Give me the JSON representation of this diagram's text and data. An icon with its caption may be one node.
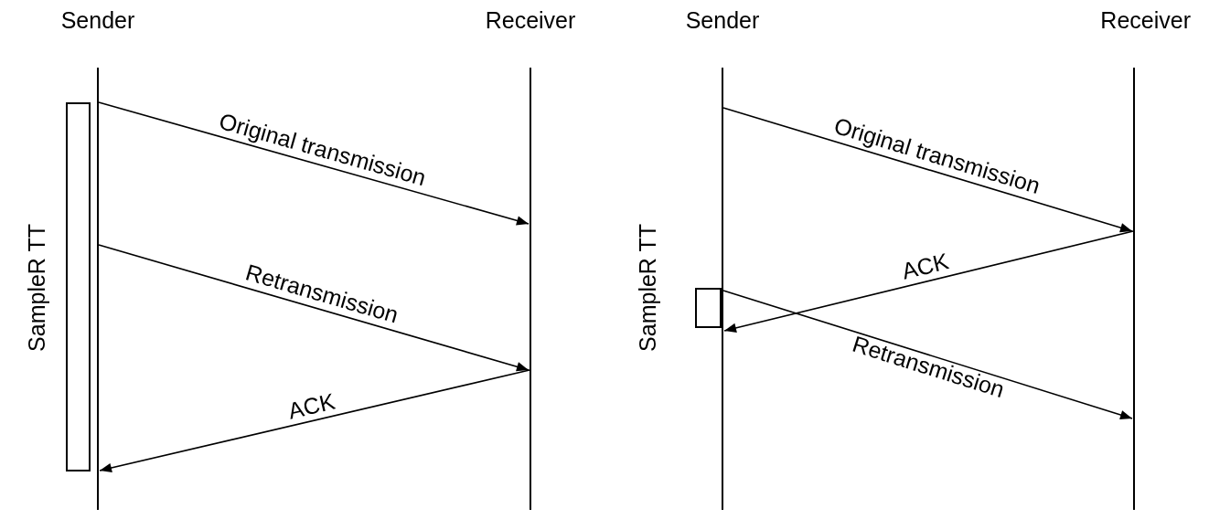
{
  "diagram": {
    "nodes": [
      {
        "text": [
          "Sender"
        ]
      },
      {
        "text": [
          "Receiver"
        ]
      },
      {
        "text": [],
        "shape": "box",
        "beside": [
          "SampleR TT"
        ]
      },
      {
        "text": [
          "Sender"
        ]
      },
      {
        "text": [
          "Receiver"
        ]
      },
      {
        "text": [],
        "shape": "box",
        "beside": [
          "SampleR TT"
        ]
      }
    ],
    "edges": [
      {
        "from": 0,
        "to": 1,
        "arrow": "to",
        "label": "Original transmission"
      },
      {
        "from": 0,
        "to": 1,
        "arrow": "to",
        "label": "Retransmission"
      },
      {
        "from": 1,
        "to": 0,
        "arrow": "to",
        "label": "ACK"
      },
      {
        "from": 3,
        "to": 4,
        "arrow": "to",
        "label": "Original transmission"
      },
      {
        "from": 4,
        "to": 3,
        "arrow": "to",
        "label": "ACK"
      },
      {
        "from": 3,
        "to": 4,
        "arrow": "to",
        "label": "Retransmission"
      }
    ]
  }
}
